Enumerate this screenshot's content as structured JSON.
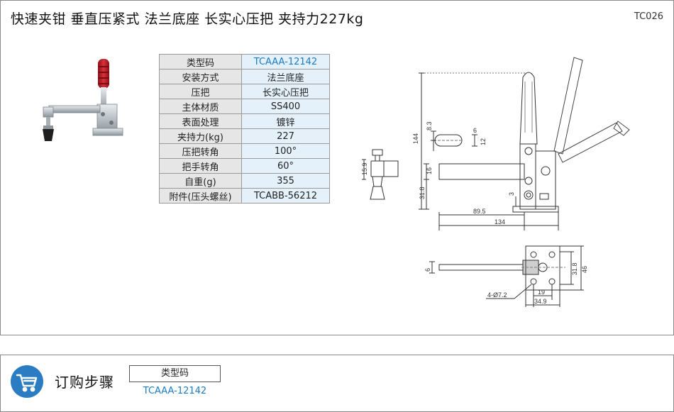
{
  "header": {
    "title": "快速夹钳  垂直压紧式  法兰底座  长实心压把  夹持力227kg",
    "code": "TC026"
  },
  "specs": [
    {
      "label": "类型码",
      "value": "TCAAA-12142"
    },
    {
      "label": "安装方式",
      "value": "法兰底座"
    },
    {
      "label": "压把",
      "value": "长实心压把"
    },
    {
      "label": "主体材质",
      "value": "SS400"
    },
    {
      "label": "表面处理",
      "value": "镀锌"
    },
    {
      "label": "夹持力(kg)",
      "value": "227"
    },
    {
      "label": "压把转角",
      "value": "100°"
    },
    {
      "label": "把手转角",
      "value": "60°"
    },
    {
      "label": "自重(g)",
      "value": "355"
    },
    {
      "label": "附件(压头螺丝)",
      "value": "TCABB-56212"
    }
  ],
  "dimensions": {
    "d144": "144",
    "d8_3": "8.3",
    "d6a": "6",
    "d12": "12",
    "d16": "16",
    "d31_8a": "31.8",
    "d3": "3",
    "d89_5": "89.5",
    "d134": "134",
    "d15_9": "15.9",
    "d6b": "6",
    "d31_8b": "31.8",
    "d46": "46",
    "d19": "19",
    "d34_9": "34.9",
    "hole": "4-Ø7.2"
  },
  "order": {
    "title": "订购步骤",
    "field_label": "类型码",
    "field_value": "TCAAA-12142"
  },
  "colors": {
    "accent_blue": "#1a7bc4",
    "cart_blue": "#2b7cc3",
    "handle_red": "#c8202a",
    "value_bg": "#e4f1fb",
    "label_bg": "#e6e6e6"
  }
}
